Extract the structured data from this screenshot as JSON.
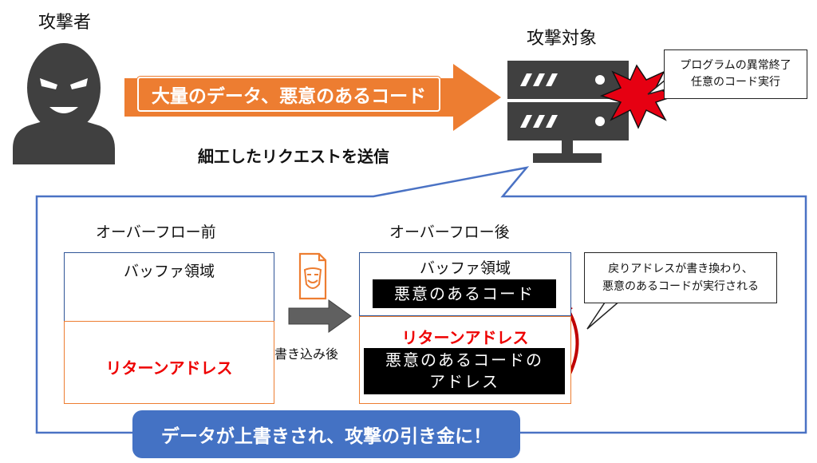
{
  "attacker": {
    "label": "攻撃者"
  },
  "target": {
    "label": "攻撃対象"
  },
  "attack_arrow": {
    "label": "大量のデータ、悪意のあるコード"
  },
  "request": {
    "text": "細工したリクエストを送信"
  },
  "impact_callout": {
    "lines": [
      "プログラムの異常終了",
      "任意のコード実行"
    ]
  },
  "before_overflow": {
    "title": "オーバーフロー前",
    "buffer_label": "バッファ領域",
    "return_label": "リターンアドレス"
  },
  "transition": {
    "label": "書き込み後"
  },
  "after_overflow": {
    "title": "オーバーフロー後",
    "buffer_label": "バッファ領域",
    "malicious_code": "悪意のあるコード",
    "return_label": "リターンアドレス",
    "malicious_address_lines": [
      "悪意のあるコードの",
      "アドレス"
    ]
  },
  "return_callout": {
    "lines": [
      "戻りアドレスが書き換わり、",
      "悪意のあるコードが実行される"
    ]
  },
  "banner": {
    "text": "データが上書きされ、攻撃の引き金に！"
  },
  "colors": {
    "accent_orange": "#ed7d31",
    "accent_blue": "#4472c4",
    "frame_blue": "#4a72c4",
    "alert_red": "#ee0000",
    "server_gray": "#404040"
  }
}
